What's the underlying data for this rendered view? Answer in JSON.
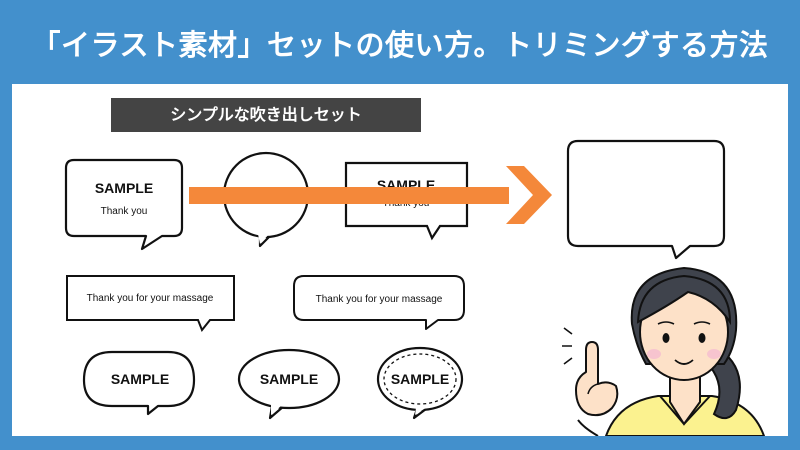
{
  "title": "「イラスト素材」セットの使い方。トリミングする方法",
  "set_label": "シンプルな吹き出しセット",
  "bubbles": {
    "sample": "SAMPLE",
    "thank_you": "Thank you",
    "thank_message": "Thank you for your massage"
  },
  "colors": {
    "header_blue": "#4390cc",
    "arrow_orange": "#f4883a",
    "label_bg": "#444444",
    "skin": "#fde1c8",
    "hair": "#3f434c",
    "shirt": "#fbf28f",
    "cheek": "#f7c4cf"
  }
}
